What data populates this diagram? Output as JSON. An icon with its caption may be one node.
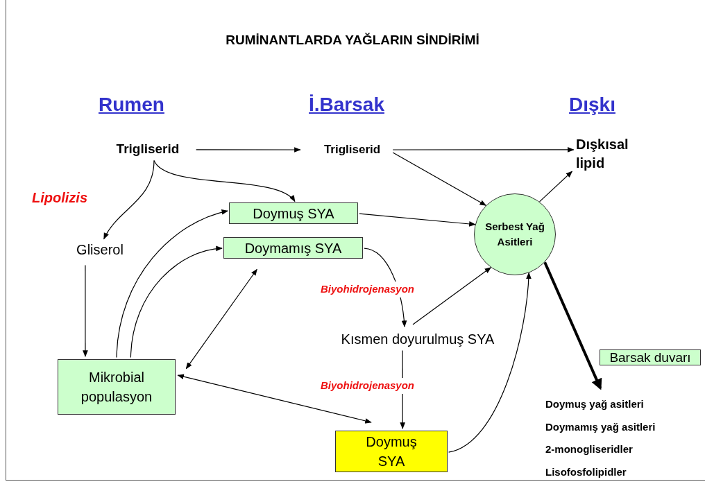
{
  "diagram": {
    "title": "RUMİNANTLARDA YAĞLARIN SİNDİRİMİ",
    "nodes": [
      {
        "text": [
          "Trigliserid"
        ]
      },
      {
        "text": [
          "Trigliserid"
        ]
      },
      {
        "text": [
          "Dışkısal lipid"
        ]
      },
      {
        "text": [
          "Doymuş SYA"
        ]
      },
      {
        "text": [
          "Doymamış SYA"
        ]
      },
      {
        "text": [
          "Gliserol"
        ]
      },
      {
        "text": [
          "Serbest Yağ Asitleri"
        ]
      },
      {
        "text": [
          "Mikrobial populasyon"
        ]
      },
      {
        "text": [
          "Kısmen doyurulmuş SYA"
        ]
      },
      {
        "text": [
          "Barsak duvarı"
        ]
      },
      {
        "text": [
          "Doymuş SYA"
        ]
      },
      {
        "text": [
          "Doymuş yağ asitleri",
          "Doymamış yağ asitleri",
          "2-monogliseridler",
          "Lisofosfolipidler"
        ]
      }
    ],
    "edges": [
      {
        "from": 0,
        "to": 1,
        "arrow": "to"
      },
      {
        "from": 1,
        "to": 2,
        "arrow": "to"
      },
      {
        "from": 1,
        "to": 6,
        "arrow": "to"
      },
      {
        "from": 0,
        "to": 5,
        "arrow": "to"
      },
      {
        "from": 0,
        "to": 3,
        "arrow": "to"
      },
      {
        "from": 3,
        "to": 6,
        "arrow": "to"
      },
      {
        "from": 6,
        "to": 2,
        "arrow": "to"
      },
      {
        "from": 7,
        "to": 3,
        "arrow": "to"
      },
      {
        "from": 7,
        "to": 4,
        "arrow": "to"
      },
      {
        "from": 5,
        "to": 7,
        "arrow": "to"
      },
      {
        "from": 4,
        "to": 7,
        "arrow": "both"
      },
      {
        "from": 4,
        "to": 8,
        "arrow": "to"
      },
      {
        "from": 8,
        "to": 6,
        "arrow": "to"
      },
      {
        "from": 8,
        "to": 10,
        "arrow": "to"
      },
      {
        "from": 7,
        "to": 10,
        "arrow": "both"
      },
      {
        "from": 10,
        "to": 6,
        "arrow": "to"
      },
      {
        "from": 6,
        "to": 11,
        "arrow": "to",
        "style": "thick"
      }
    ],
    "labels": [
      "Rumen",
      "İ.Barsak",
      "Dışkı",
      "Lipolizis",
      "Biyohidrojenasyon",
      "Biyohidrojenasyon"
    ]
  }
}
